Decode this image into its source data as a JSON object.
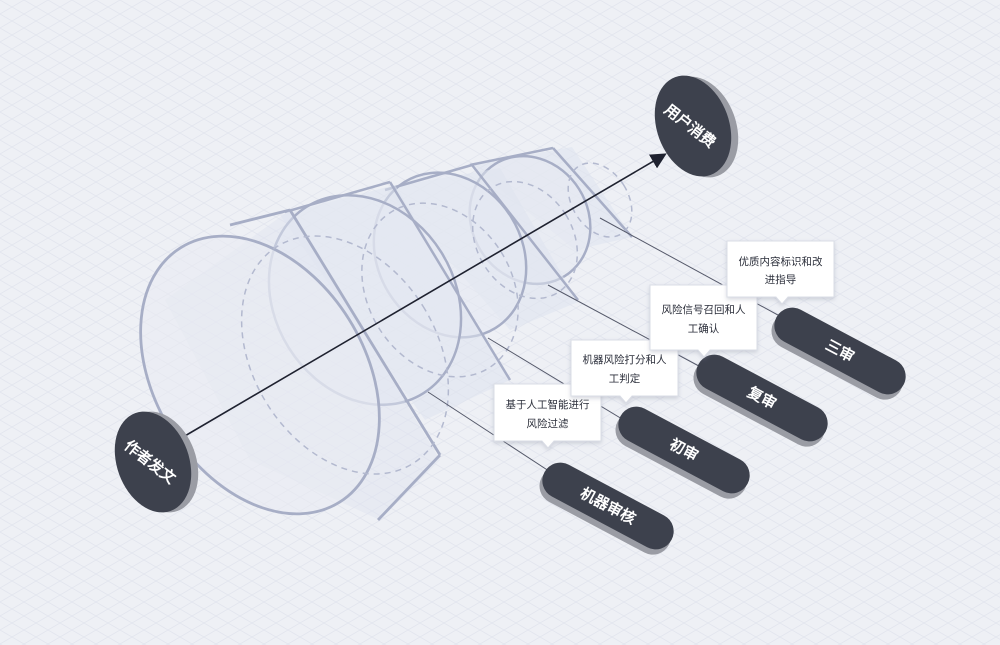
{
  "nodes": {
    "start": "作者发文",
    "end": "用户消费"
  },
  "stages": [
    {
      "pill": "机器审核",
      "desc_line1": "基于人工智能进行",
      "desc_line2": "风险过滤"
    },
    {
      "pill": "初审",
      "desc_line1": "机器风险打分和人",
      "desc_line2": "工判定"
    },
    {
      "pill": "复审",
      "desc_line1": "风险信号召回和人",
      "desc_line2": "工确认"
    },
    {
      "pill": "三审",
      "desc_line1": "优质内容标识和改",
      "desc_line2": "进指导"
    }
  ],
  "colors": {
    "background": "#eef0f5",
    "node_fill": "#3d414d",
    "node_side": "#9a9ca4",
    "funnel_stroke": "#a7aec6",
    "funnel_fill": "#dfe3ef"
  }
}
